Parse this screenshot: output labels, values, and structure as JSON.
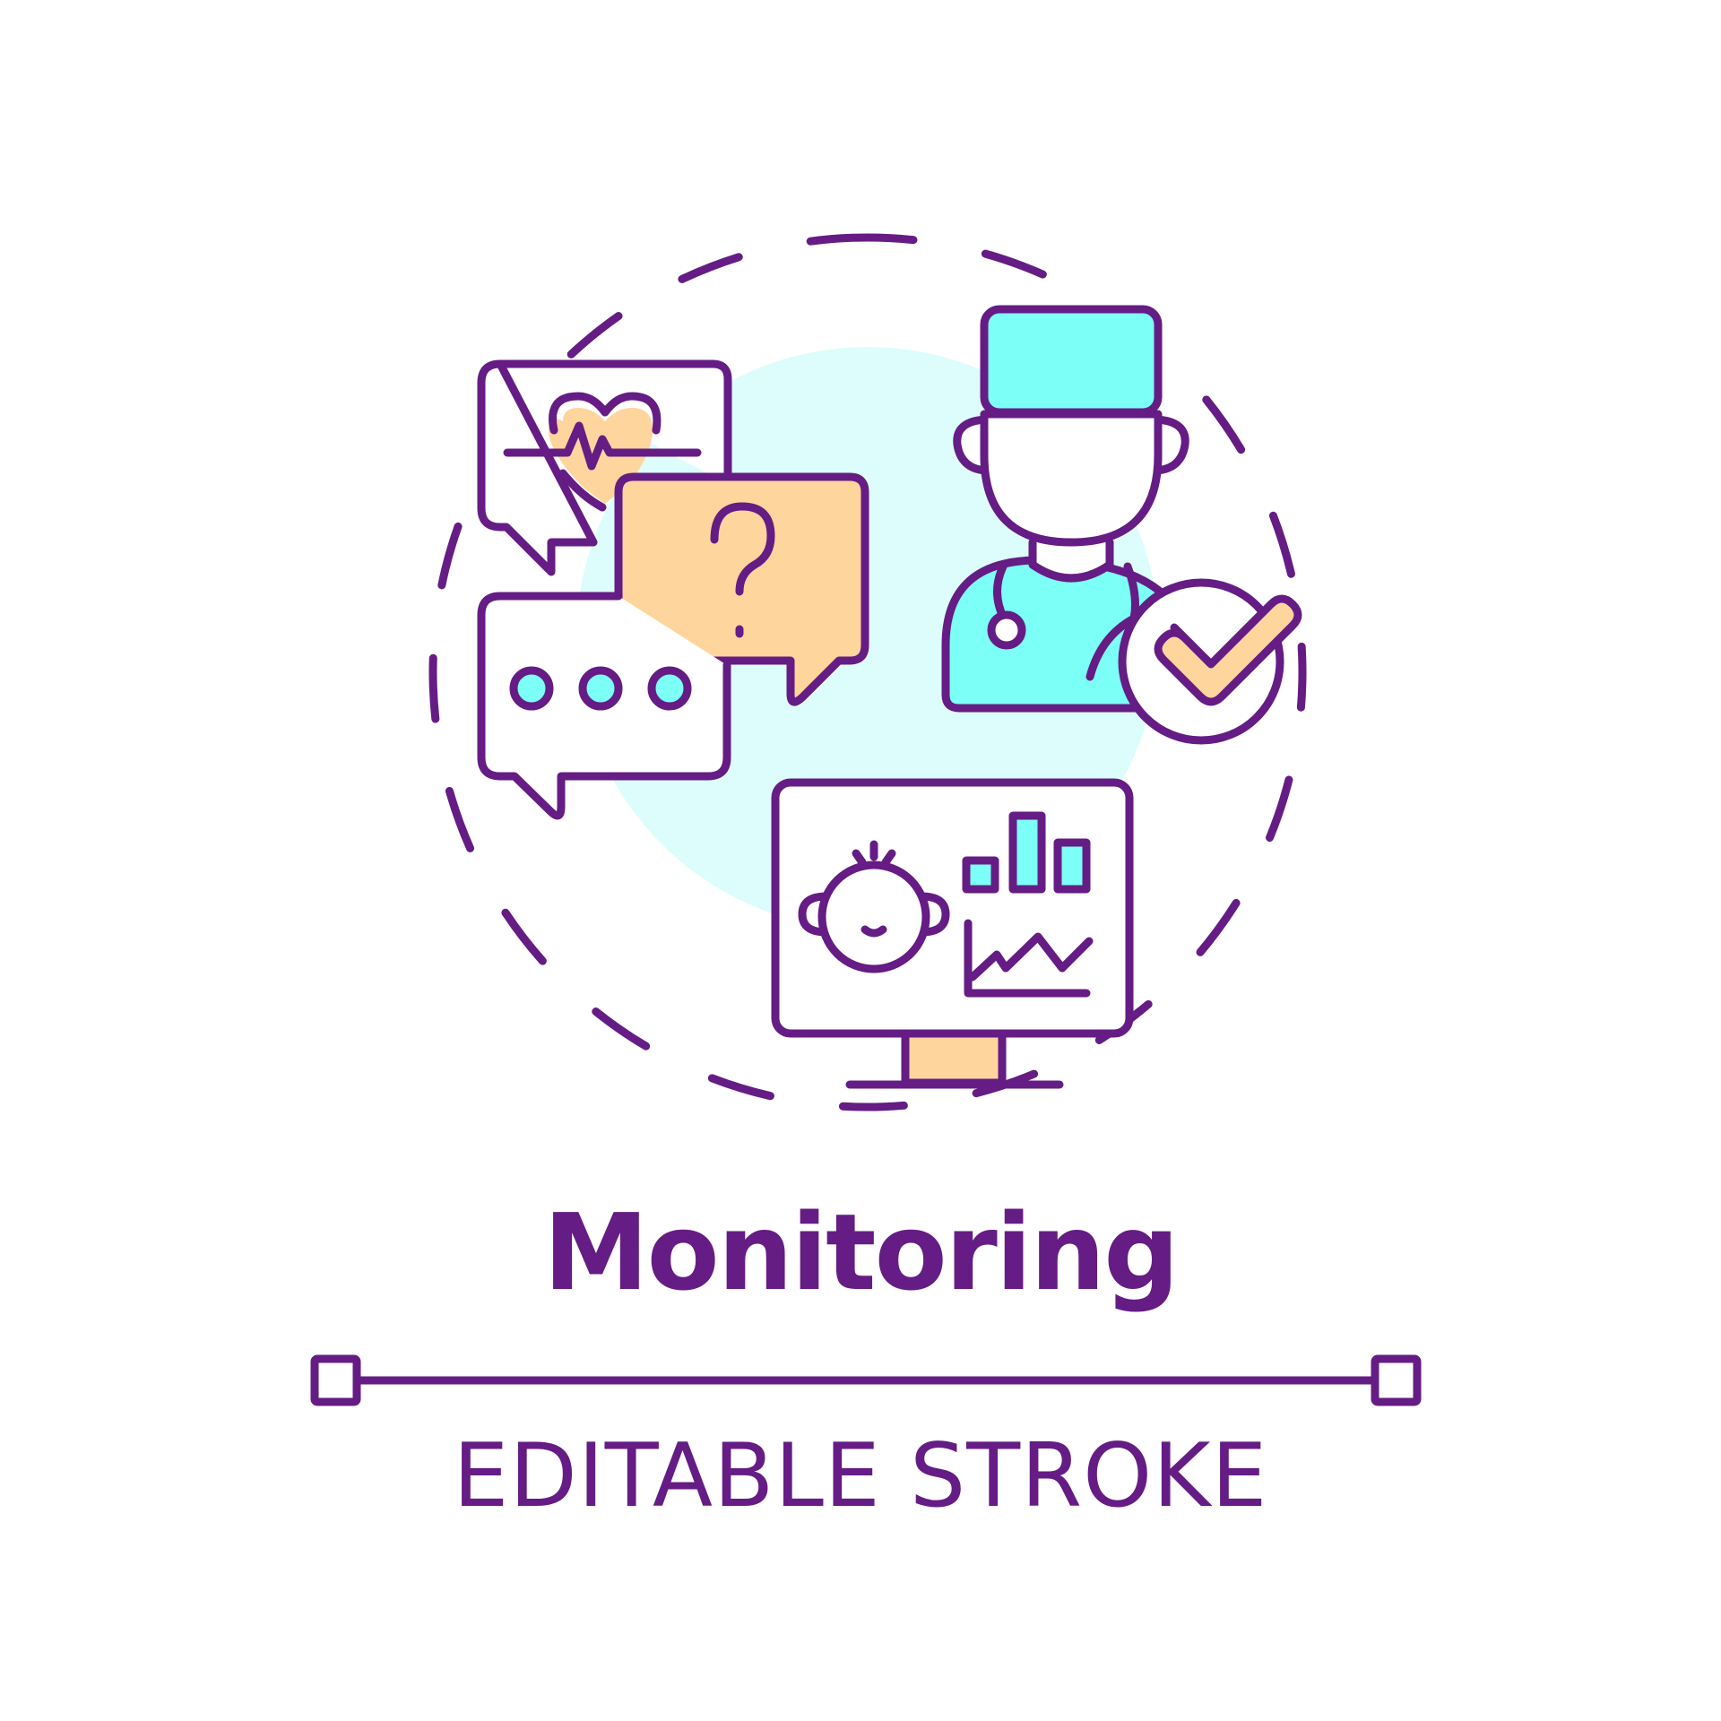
{
  "title": "Monitoring",
  "subtitle": "EDITABLE STROKE",
  "colors": {
    "stroke": "#651C84",
    "background_circle": "#DCFDFC",
    "cyan_fill": "#7CFFF6",
    "peach_fill": "#FFD59E",
    "white_fill": "#FFFFFF"
  },
  "icons": [
    "dashed-ring",
    "heart-rate-bubble",
    "question-bubble",
    "typing-bubble",
    "doctor",
    "checkmark-badge",
    "monitor",
    "baby-face",
    "bar-chart",
    "line-chart",
    "divider-line"
  ]
}
